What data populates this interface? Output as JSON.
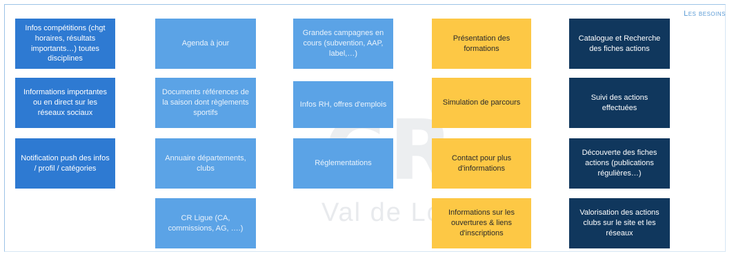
{
  "title": "Les besoins",
  "colors": {
    "blue": "#2e7ad2",
    "light_blue": "#5ba3e6",
    "yellow": "#fdc845",
    "navy": "#10375d",
    "title": "#5b9bd5"
  },
  "columns": [
    {
      "color": "blue",
      "items": [
        "Infos compétitions (chgt horaires, résultats importants…) toutes disciplines",
        "Informations importantes ou en direct sur les réseaux sociaux",
        "Notification push des infos / profil / catégories"
      ]
    },
    {
      "color": "light_blue",
      "items": [
        "Agenda à jour",
        "Documents références de la saison dont règlements sportifs",
        "Annuaire départements, clubs",
        "CR Ligue (CA, commissions, AG, ….)"
      ]
    },
    {
      "color": "light_blue",
      "items": [
        "Grandes campagnes en cours (subvention, AAP, label,…)",
        "Infos RH, offres d'emplois",
        "Réglementations"
      ]
    },
    {
      "color": "yellow",
      "items": [
        "Présentation des formations",
        "Simulation de parcours",
        "Contact pour plus d'informations",
        "Informations sur les ouvertures & liens d'inscriptions"
      ]
    },
    {
      "color": "navy",
      "items": [
        "Catalogue et Recherche des fiches actions",
        "Suivi des actions effectuées",
        "Découverte des fiches actions (publications régulières…)",
        "Valorisation des actions clubs sur le site et les réseaux"
      ]
    }
  ]
}
